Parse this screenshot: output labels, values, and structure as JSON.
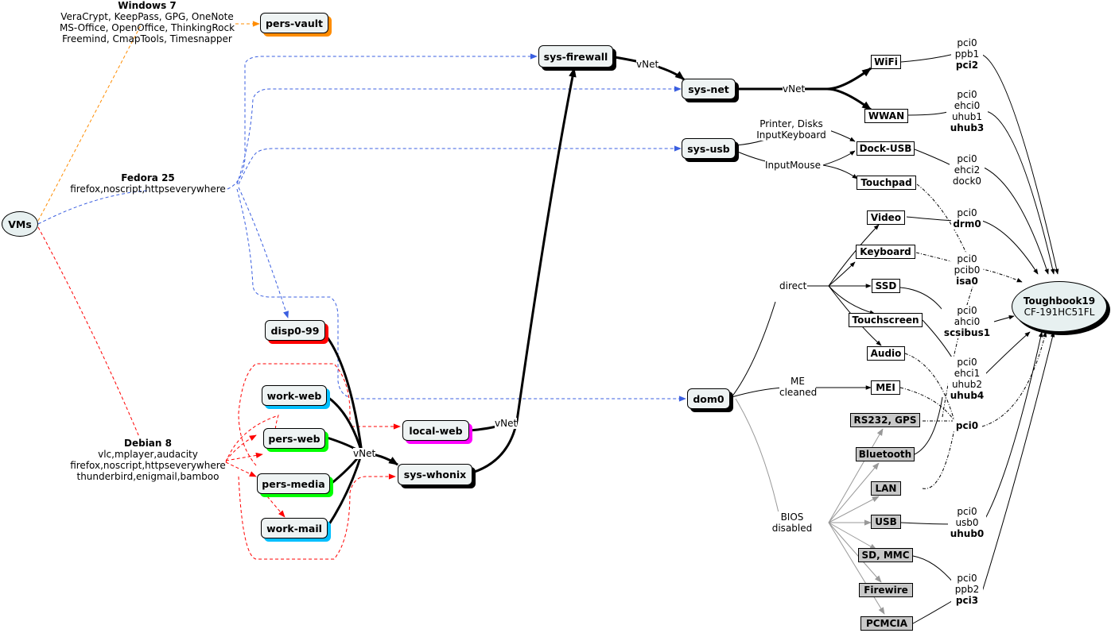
{
  "root": "VMs",
  "templates": {
    "win7": {
      "title": "Windows 7",
      "lines": [
        "VeraCrypt, KeepPass, GPG, OneNote",
        "MS-Office, OpenOffice, ThinkingRock",
        "Freemind, CmapTools, Timesnapper"
      ]
    },
    "fedora": {
      "title": "Fedora 25",
      "lines": [
        "firefox,noscript,httpseverywhere"
      ]
    },
    "debian": {
      "title": "Debian 8",
      "lines": [
        "vlc,mplayer,audacity",
        "firefox,noscript,httpseverywhere",
        "thunderbird,enigmail,bamboo"
      ]
    }
  },
  "vms": {
    "pers_vault": "pers-vault",
    "sys_firewall": "sys-firewall",
    "sys_net": "sys-net",
    "sys_usb": "sys-usb",
    "disp0": "disp0-99",
    "work_web": "work-web",
    "pers_web": "pers-web",
    "pers_media": "pers-media",
    "work_mail": "work-mail",
    "local_web": "local-web",
    "sys_whonix": "sys-whonix",
    "dom0": "dom0"
  },
  "colors": {
    "pers_vault": "#ff8c00",
    "sys_firewall": "#000000",
    "sys_net": "#000000",
    "sys_usb": "#000000",
    "disp0": "#ff0000",
    "work_web": "#00bfff",
    "pers_web": "#00ff00",
    "pers_media": "#00ff00",
    "work_mail": "#00bfff",
    "local_web": "#ff00ff",
    "sys_whonix": "#000000",
    "dom0": "#000000",
    "fedora_edge": "#4169e1",
    "debian_edge": "#ff0000",
    "win_edge": "#ff8c00"
  },
  "devices": {
    "wifi": "WiFi",
    "wwan": "WWAN",
    "dock_usb": "Dock-USB",
    "touchpad": "Touchpad",
    "video": "Video",
    "keyboard": "Keyboard",
    "ssd": "SSD",
    "touchscreen": "Touchscreen",
    "audio": "Audio",
    "mei": "MEI",
    "rs232": "RS232, GPS",
    "bluetooth": "Bluetooth",
    "lan": "LAN",
    "usb": "USB",
    "sd": "SD, MMC",
    "firewire": "Firewire",
    "pcmcia": "PCMCIA"
  },
  "edge_labels": {
    "vnet_fw": "vNet",
    "vnet_net": "vNet",
    "vnet_app": "vNet",
    "vnet_local": "vNet",
    "printer": [
      "Printer, Disks",
      "InputKeyboard"
    ],
    "inputmouse": "InputMouse",
    "direct": "direct",
    "me": [
      "ME",
      "cleaned"
    ],
    "bios": [
      "BIOS",
      "disabled"
    ]
  },
  "buses": {
    "wifi": {
      "lines": [
        "pci0",
        "ppb1"
      ],
      "bold": "pci2"
    },
    "wwan": {
      "lines": [
        "pci0",
        "ehci0",
        "uhub1"
      ],
      "bold": "uhub3"
    },
    "dock": {
      "lines": [
        "pci0",
        "ehci2",
        "dock0"
      ],
      "bold": ""
    },
    "video": {
      "lines": [
        "pci0"
      ],
      "bold": "drm0"
    },
    "keyboard": {
      "lines": [
        "pci0",
        "pcib0"
      ],
      "bold": "isa0"
    },
    "ssd": {
      "lines": [
        "pci0",
        "ahci0"
      ],
      "bold": "scsibus1"
    },
    "touch": {
      "lines": [
        "pci0",
        "ehci1",
        "uhub2"
      ],
      "bold": "uhub4"
    },
    "pci0": {
      "lines": [],
      "bold": "pci0"
    },
    "usb": {
      "lines": [
        "pci0",
        "usb0"
      ],
      "bold": "uhub0"
    },
    "sd": {
      "lines": [
        "pci0",
        "ppb2"
      ],
      "bold": "pci3"
    }
  },
  "machine": {
    "name": "Toughbook19",
    "model": "CF-191HC51FL"
  }
}
